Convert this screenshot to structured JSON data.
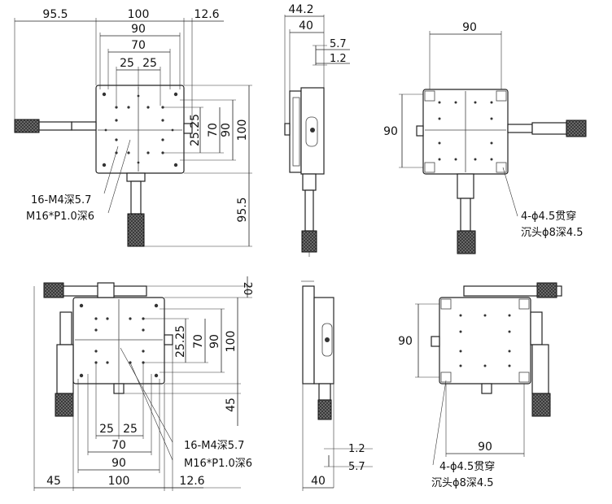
{
  "dims": {
    "top_front": {
      "w95_5": "95.5",
      "w100": "100",
      "w12_6": "12.6",
      "w90": "90",
      "w70": "70",
      "w25a": "25",
      "w25b": "25",
      "h25_25": "25.25",
      "h70": "70",
      "h90": "90",
      "h100": "100",
      "h95_5": "95.5"
    },
    "top_side": {
      "d44_2": "44.2",
      "d40": "40",
      "d5_7": "5.7",
      "d1_2": "1.2"
    },
    "top_bottom": {
      "d90w": "90",
      "d90h": "90"
    },
    "bottom_front": {
      "d20": "20",
      "d25_25": "25.25",
      "d70v": "70",
      "d90v": "90",
      "d100v": "100",
      "d45v": "45",
      "d25a": "25",
      "d25b": "25",
      "d70h": "70",
      "d90h": "90",
      "d45h": "45",
      "d100h": "100",
      "d12_6": "12.6"
    },
    "bottom_side": {
      "d1_2": "1.2",
      "d5_7": "5.7",
      "d40": "40"
    },
    "bottom_bottom": {
      "d90v": "90",
      "d90h": "90"
    }
  },
  "notes": {
    "thread1": "16-M4深5.7",
    "thread2": "M16*P1.0深6",
    "thread3": "16-M4深5.7",
    "thread4": "M16*P1.0深6",
    "hole1a": "4-ϕ4.5贯穿",
    "hole1b": "沉头ϕ8深4.5",
    "hole2a": "4-ϕ4.5贯穿",
    "hole2b": "沉头ϕ8深4.5"
  }
}
